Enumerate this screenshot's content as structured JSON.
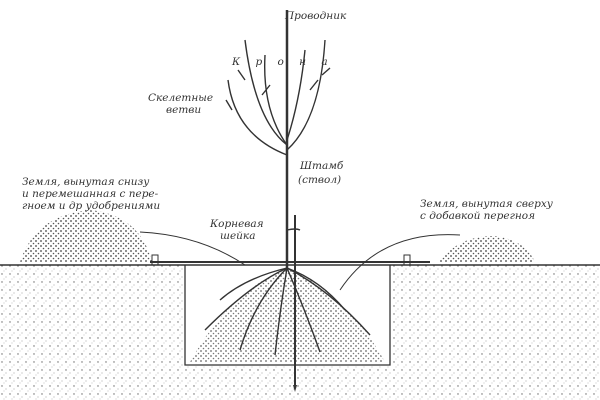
{
  "labels": {
    "leader": "Проводник",
    "crown": "К р о н а",
    "skeletal_branches_1": "Скелетные",
    "skeletal_branches_2": "ветви",
    "trunk_1": "Штамб",
    "trunk_2": "(ствол)",
    "soil_bottom_1": "Земля, вынутая снизу",
    "soil_bottom_2": "и перемешанная с пере-",
    "soil_bottom_3": "гноем и др удобрениями",
    "root_collar_1": "Корневая",
    "root_collar_2": "шейка",
    "soil_top_1": "Земля, вынутая сверху",
    "soil_top_2": "с добавкой перегноя"
  },
  "colors": {
    "ink": "#333333",
    "background": "#ffffff"
  }
}
